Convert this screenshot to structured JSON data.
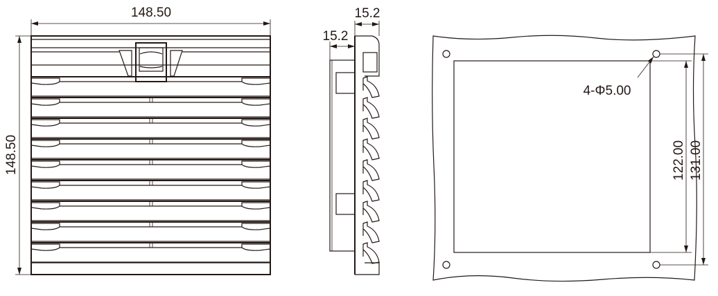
{
  "front_view": {
    "width_label": "148.50",
    "height_label": "148.50",
    "louver_count": 9
  },
  "side_view": {
    "depth_label_front": "15.2",
    "depth_label_back": "15.2"
  },
  "cutout_view": {
    "hole_label": "4-Φ5.00",
    "inner_label": "122.00",
    "outer_label": "131.00"
  },
  "colors": {
    "line": "#231815"
  }
}
